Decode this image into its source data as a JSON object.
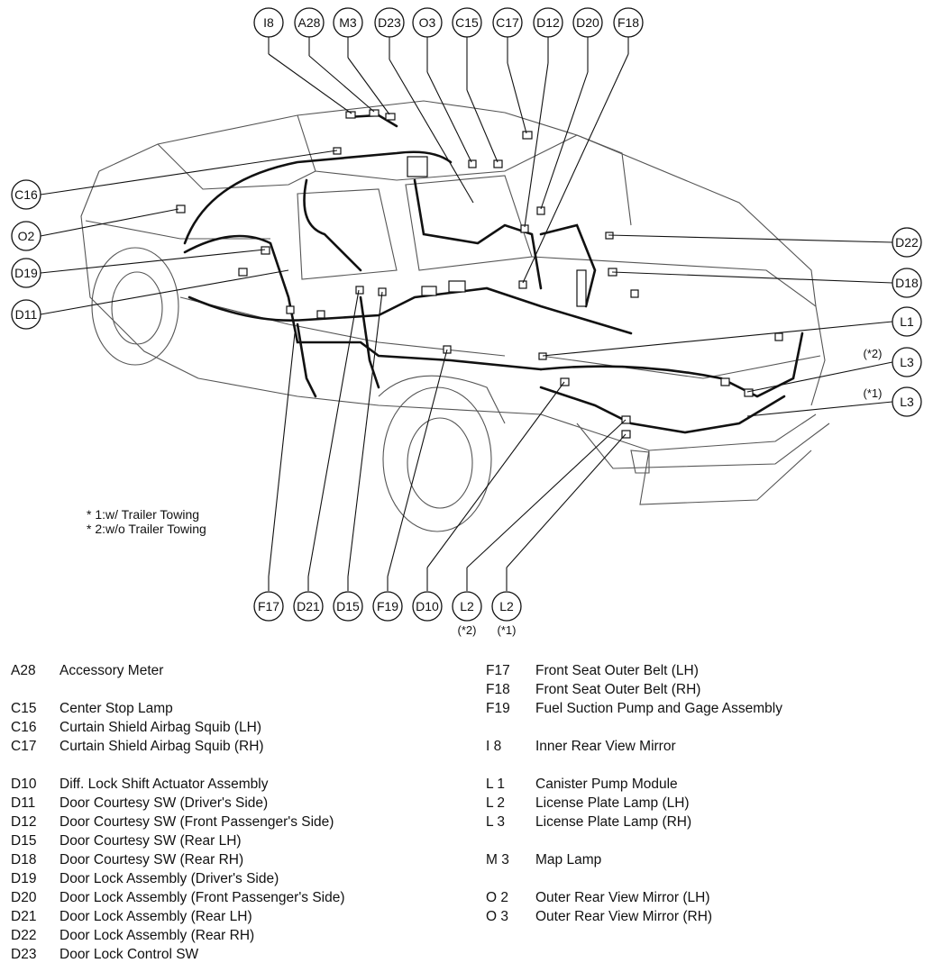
{
  "top_connectors": [
    "I8",
    "A28",
    "M3",
    "D23",
    "O3",
    "C15",
    "C17",
    "D12",
    "D20",
    "F18"
  ],
  "left_connectors": [
    "C16",
    "O2",
    "D19",
    "D11"
  ],
  "right_connectors": [
    "D22",
    "D18",
    "L1",
    "L3",
    "L3"
  ],
  "right_notes": [
    "(*2)",
    "(*1)"
  ],
  "bottom_connectors": [
    "F17",
    "D21",
    "D15",
    "F19",
    "D10",
    "L2",
    "L2"
  ],
  "bottom_notes": [
    "(*2)",
    "(*1)"
  ],
  "notes": [
    "* 1:w/ Trailer Towing",
    "* 2:w/o Trailer Towing"
  ],
  "legend_left": [
    {
      "code": "A28",
      "name": "Accessory Meter"
    },
    {
      "gap": true
    },
    {
      "code": "C15",
      "name": "Center Stop Lamp"
    },
    {
      "code": "C16",
      "name": "Curtain Shield Airbag Squib (LH)"
    },
    {
      "code": "C17",
      "name": "Curtain Shield Airbag Squib (RH)"
    },
    {
      "gap": true
    },
    {
      "code": "D10",
      "name": "Diff. Lock Shift Actuator Assembly"
    },
    {
      "code": "D11",
      "name": "Door Courtesy SW (Driver's Side)"
    },
    {
      "code": "D12",
      "name": "Door Courtesy SW (Front Passenger's Side)"
    },
    {
      "code": "D15",
      "name": "Door Courtesy SW (Rear LH)"
    },
    {
      "code": "D18",
      "name": "Door Courtesy SW (Rear RH)"
    },
    {
      "code": "D19",
      "name": "Door Lock Assembly (Driver's Side)"
    },
    {
      "code": "D20",
      "name": "Door Lock Assembly (Front Passenger's Side)"
    },
    {
      "code": "D21",
      "name": "Door Lock Assembly (Rear LH)"
    },
    {
      "code": "D22",
      "name": "Door Lock Assembly (Rear RH)"
    },
    {
      "code": "D23",
      "name": "Door Lock Control SW"
    }
  ],
  "legend_right": [
    {
      "code": "F17",
      "name": "Front Seat Outer Belt (LH)"
    },
    {
      "code": "F18",
      "name": "Front Seat Outer Belt (RH)"
    },
    {
      "code": "F19",
      "name": "Fuel Suction Pump and Gage Assembly"
    },
    {
      "gap": true
    },
    {
      "code": "I 8",
      "name": "Inner Rear View Mirror"
    },
    {
      "gap": true
    },
    {
      "code": "L 1",
      "name": "Canister Pump Module"
    },
    {
      "code": "L 2",
      "name": "License Plate Lamp (LH)"
    },
    {
      "code": "L 3",
      "name": "License Plate Lamp (RH)"
    },
    {
      "gap": true
    },
    {
      "code": "M 3",
      "name": "Map Lamp"
    },
    {
      "gap": true
    },
    {
      "code": "O 2",
      "name": "Outer Rear View Mirror (LH)"
    },
    {
      "code": "O 3",
      "name": "Outer Rear View Mirror (RH)"
    }
  ]
}
